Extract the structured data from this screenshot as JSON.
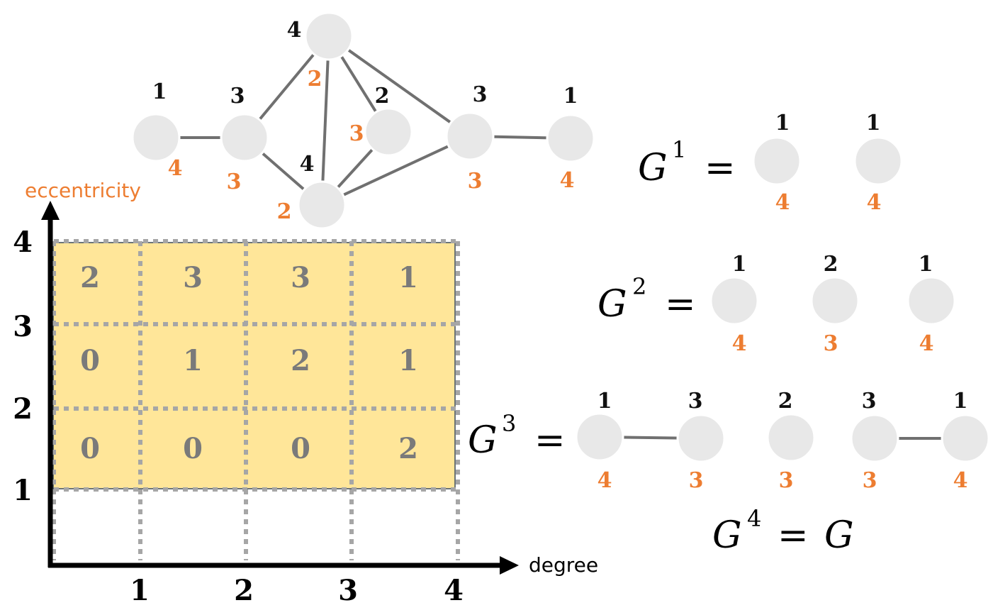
{
  "axes": {
    "y_label": "eccentricity",
    "x_label": "degree",
    "x_ticks": [
      "1",
      "2",
      "3",
      "4"
    ],
    "y_ticks": [
      "1",
      "2",
      "3",
      "4"
    ],
    "label_color": "#ed7d31"
  },
  "histogram": {
    "rows": [
      [
        "2",
        "3",
        "3",
        "1"
      ],
      [
        "0",
        "1",
        "2",
        "1"
      ],
      [
        "0",
        "0",
        "0",
        "2"
      ]
    ],
    "fill_color": "#ffe699"
  },
  "graph": {
    "nodes": [
      {
        "degree": "1",
        "eccentricity": "4"
      },
      {
        "degree": "3",
        "eccentricity": "3"
      },
      {
        "degree": "4",
        "eccentricity": "2"
      },
      {
        "degree": "4",
        "eccentricity": "2"
      },
      {
        "degree": "2",
        "eccentricity": "3"
      },
      {
        "degree": "3",
        "eccentricity": "3"
      },
      {
        "degree": "1",
        "eccentricity": "4"
      }
    ]
  },
  "subgraphs": {
    "g1": {
      "base": "G",
      "sup": "1",
      "eq": "=",
      "nodes": [
        {
          "degree": "1",
          "eccentricity": "4"
        },
        {
          "degree": "1",
          "eccentricity": "4"
        }
      ]
    },
    "g2": {
      "base": "G",
      "sup": "2",
      "eq": "=",
      "nodes": [
        {
          "degree": "1",
          "eccentricity": "4"
        },
        {
          "degree": "2",
          "eccentricity": "3"
        },
        {
          "degree": "1",
          "eccentricity": "4"
        }
      ]
    },
    "g3": {
      "base": "G",
      "sup": "3",
      "eq": "=",
      "nodes": [
        {
          "degree": "1",
          "eccentricity": "4"
        },
        {
          "degree": "3",
          "eccentricity": "3"
        },
        {
          "degree": "2",
          "eccentricity": "3"
        },
        {
          "degree": "3",
          "eccentricity": "3"
        },
        {
          "degree": "1",
          "eccentricity": "4"
        }
      ]
    },
    "g4": {
      "base": "G",
      "sup": "4",
      "eq": "=",
      "rhs": "G"
    }
  }
}
